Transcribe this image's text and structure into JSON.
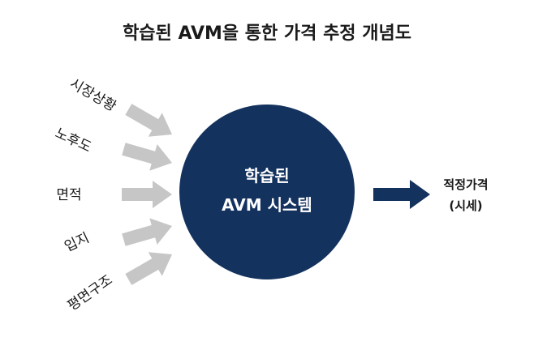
{
  "title": "학습된 AVM을 통한 가격 추정 개념도",
  "factors": [
    "시장상황",
    "노후도",
    "면적",
    "입지",
    "평면구조"
  ],
  "center": {
    "line1": "학습된",
    "line2": "AVM 시스템"
  },
  "output": {
    "line1": "적정가격",
    "line2": "(시세)"
  },
  "colors": {
    "navy": "#14325e",
    "input_arrow": "#c6c6c6",
    "text": "#1a1a1a",
    "background": "#ffffff"
  }
}
